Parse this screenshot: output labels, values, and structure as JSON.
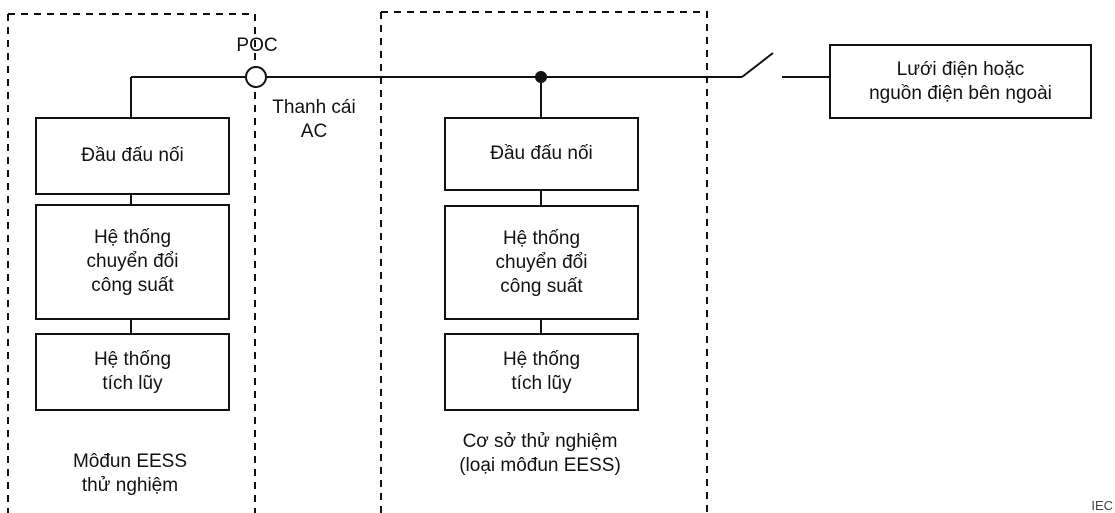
{
  "poc_label": "POC",
  "ac_bus_label": "Thanh cái\nAC",
  "grid_box": "Lưới điện hoặc\nnguồn điện bên ngoài",
  "module_under_test": {
    "terminal": "Đầu đấu nối",
    "pcs": "Hệ thống\nchuyển đổi\ncông suất",
    "storage": "Hệ thống\ntích lũy",
    "caption": "Môđun EESS\nthử nghiệm"
  },
  "test_base": {
    "terminal": "Đầu đấu nối",
    "pcs": "Hệ thống\nchuyển đổi\ncông suất",
    "storage": "Hệ thống\ntích lũy",
    "caption": "Cơ sở thử nghiệm\n(loại môđun EESS)"
  },
  "corner_mark": "IEC"
}
